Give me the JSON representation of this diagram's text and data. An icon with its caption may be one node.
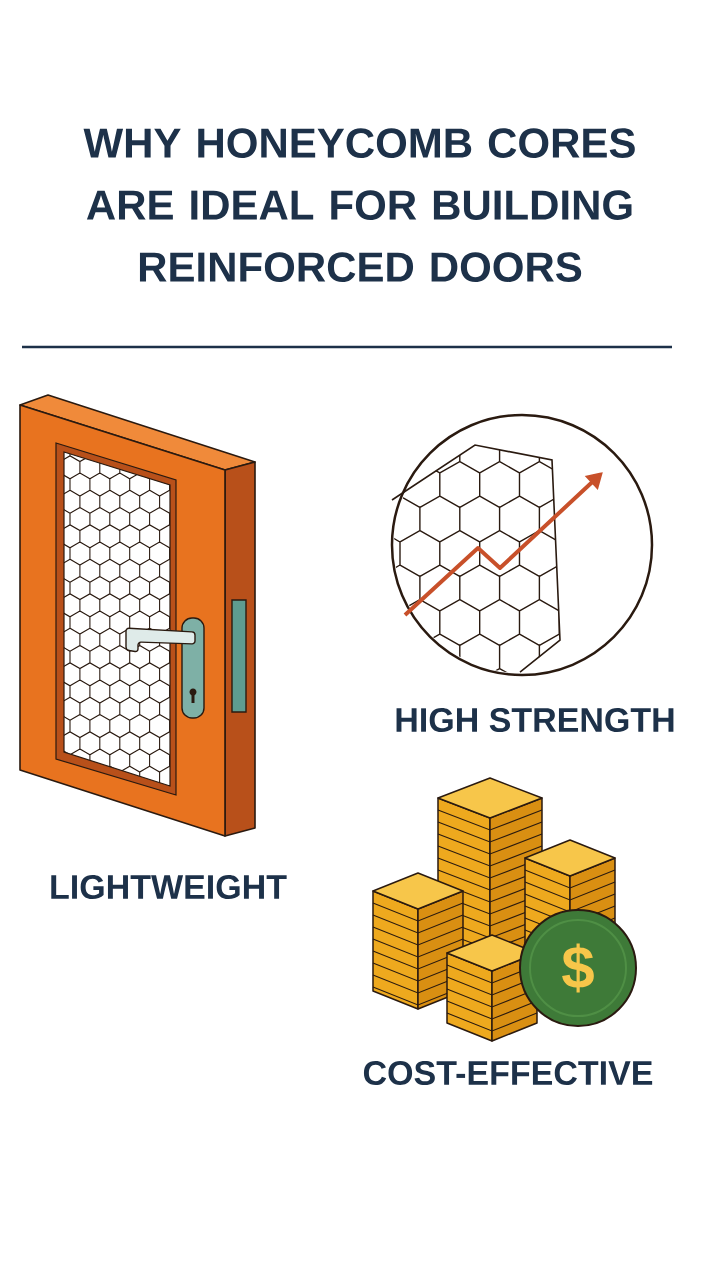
{
  "diagram": {
    "title": "WHY HONEYCOMB CORES ARE IDEAL FOR BUILDING REINFORCED DOORS",
    "labels": [
      "HIGH STRENGTH",
      "LIGHTWEIGHT",
      "$",
      "COST-EFFECTIVE"
    ]
  }
}
